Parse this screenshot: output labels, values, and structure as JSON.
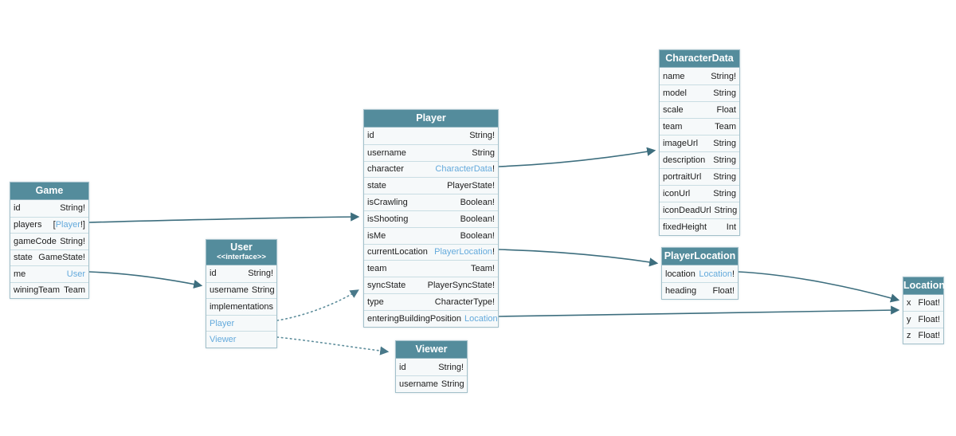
{
  "theme": {
    "header_color": "#548c9c",
    "link_color": "#64aadc",
    "edge_color": "#3d6e7e",
    "dotted_edge_color": "#5d8d9b",
    "row_background": "#f6f9fa",
    "canvas_background": "#ffffff"
  },
  "diagram": {
    "tables": [
      {
        "id": "game",
        "title": "Game",
        "fields": [
          {
            "name": "id",
            "type_parts": [
              {
                "text": "String!",
                "link": false
              }
            ]
          },
          {
            "name": "players",
            "type_parts": [
              {
                "text": "[",
                "link": false
              },
              {
                "text": "Player",
                "link": true
              },
              {
                "text": "!]",
                "link": false
              }
            ]
          },
          {
            "name": "gameCode",
            "type_parts": [
              {
                "text": "String!",
                "link": false
              }
            ]
          },
          {
            "name": "state",
            "type_parts": [
              {
                "text": "GameState!",
                "link": false
              }
            ]
          },
          {
            "name": "me",
            "type_parts": [
              {
                "text": "User",
                "link": true
              }
            ]
          },
          {
            "name": "winingTeam",
            "type_parts": [
              {
                "text": "Team",
                "link": false
              }
            ]
          }
        ]
      },
      {
        "id": "user",
        "title": "User",
        "subtitle": "<<interface>>",
        "fields": [
          {
            "name": "id",
            "type_parts": [
              {
                "text": "String!",
                "link": false
              }
            ]
          },
          {
            "name": "username",
            "type_parts": [
              {
                "text": "String",
                "link": false
              }
            ]
          },
          {
            "name": "implementations",
            "type_parts": [],
            "center": true
          },
          {
            "name": "Player",
            "name_link": true,
            "type_parts": []
          },
          {
            "name": "Viewer",
            "name_link": true,
            "type_parts": []
          }
        ]
      },
      {
        "id": "player",
        "title": "Player",
        "fields": [
          {
            "name": "id",
            "type_parts": [
              {
                "text": "String!",
                "link": false
              }
            ]
          },
          {
            "name": "username",
            "type_parts": [
              {
                "text": "String",
                "link": false
              }
            ]
          },
          {
            "name": "character",
            "type_parts": [
              {
                "text": "CharacterData",
                "link": true
              },
              {
                "text": "!",
                "link": false
              }
            ]
          },
          {
            "name": "state",
            "type_parts": [
              {
                "text": "PlayerState!",
                "link": false
              }
            ]
          },
          {
            "name": "isCrawling",
            "type_parts": [
              {
                "text": "Boolean!",
                "link": false
              }
            ]
          },
          {
            "name": "isShooting",
            "type_parts": [
              {
                "text": "Boolean!",
                "link": false
              }
            ]
          },
          {
            "name": "isMe",
            "type_parts": [
              {
                "text": "Boolean!",
                "link": false
              }
            ]
          },
          {
            "name": "currentLocation",
            "type_parts": [
              {
                "text": "PlayerLocation",
                "link": true
              },
              {
                "text": "!",
                "link": false
              }
            ]
          },
          {
            "name": "team",
            "type_parts": [
              {
                "text": "Team!",
                "link": false
              }
            ]
          },
          {
            "name": "syncState",
            "type_parts": [
              {
                "text": "PlayerSyncState!",
                "link": false
              }
            ]
          },
          {
            "name": "type",
            "type_parts": [
              {
                "text": "CharacterType!",
                "link": false
              }
            ]
          },
          {
            "name": "enteringBuildingPosition",
            "type_parts": [
              {
                "text": "Location",
                "link": true
              }
            ]
          }
        ]
      },
      {
        "id": "viewer",
        "title": "Viewer",
        "fields": [
          {
            "name": "id",
            "type_parts": [
              {
                "text": "String!",
                "link": false
              }
            ]
          },
          {
            "name": "username",
            "type_parts": [
              {
                "text": "String",
                "link": false
              }
            ]
          }
        ]
      },
      {
        "id": "characterdata",
        "title": "CharacterData",
        "fields": [
          {
            "name": "name",
            "type_parts": [
              {
                "text": "String!",
                "link": false
              }
            ]
          },
          {
            "name": "model",
            "type_parts": [
              {
                "text": "String",
                "link": false
              }
            ]
          },
          {
            "name": "scale",
            "type_parts": [
              {
                "text": "Float",
                "link": false
              }
            ]
          },
          {
            "name": "team",
            "type_parts": [
              {
                "text": "Team",
                "link": false
              }
            ]
          },
          {
            "name": "imageUrl",
            "type_parts": [
              {
                "text": "String",
                "link": false
              }
            ]
          },
          {
            "name": "description",
            "type_parts": [
              {
                "text": "String",
                "link": false
              }
            ]
          },
          {
            "name": "portraitUrl",
            "type_parts": [
              {
                "text": "String",
                "link": false
              }
            ]
          },
          {
            "name": "iconUrl",
            "type_parts": [
              {
                "text": "String",
                "link": false
              }
            ]
          },
          {
            "name": "iconDeadUrl",
            "type_parts": [
              {
                "text": "String",
                "link": false
              }
            ]
          },
          {
            "name": "fixedHeight",
            "type_parts": [
              {
                "text": "Int",
                "link": false
              }
            ]
          }
        ]
      },
      {
        "id": "playerlocation",
        "title": "PlayerLocation",
        "fields": [
          {
            "name": "location",
            "type_parts": [
              {
                "text": "Location",
                "link": true
              },
              {
                "text": "!",
                "link": false
              }
            ]
          },
          {
            "name": "heading",
            "type_parts": [
              {
                "text": "Float!",
                "link": false
              }
            ]
          }
        ]
      },
      {
        "id": "location",
        "title": "Location",
        "fields": [
          {
            "name": "x",
            "type_parts": [
              {
                "text": "Float!",
                "link": false
              }
            ]
          },
          {
            "name": "y",
            "type_parts": [
              {
                "text": "Float!",
                "link": false
              }
            ]
          },
          {
            "name": "z",
            "type_parts": [
              {
                "text": "Float!",
                "link": false
              }
            ]
          }
        ]
      }
    ],
    "edges": [
      {
        "from": "Game.players",
        "to": "Player",
        "style": "solid"
      },
      {
        "from": "Game.me",
        "to": "User",
        "style": "solid"
      },
      {
        "from": "Player.character",
        "to": "CharacterData",
        "style": "solid"
      },
      {
        "from": "Player.currentLocation",
        "to": "PlayerLocation",
        "style": "solid"
      },
      {
        "from": "Player.enteringBuildingPosition",
        "to": "Location",
        "style": "solid"
      },
      {
        "from": "PlayerLocation.location",
        "to": "Location",
        "style": "solid"
      },
      {
        "from": "User.Player",
        "to": "Player",
        "style": "dotted"
      },
      {
        "from": "User.Viewer",
        "to": "Viewer",
        "style": "dotted"
      }
    ]
  }
}
